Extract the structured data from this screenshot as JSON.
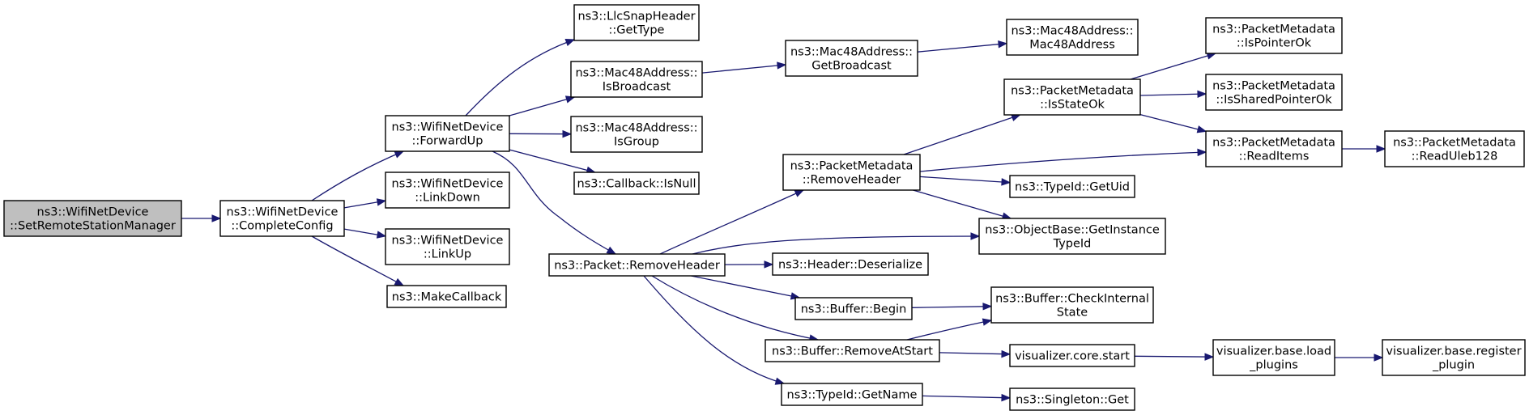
{
  "diagram": {
    "type": "call-graph",
    "colors": {
      "edge": "#191970",
      "root_fill": "#bfbfbf",
      "node_fill": "#ffffff",
      "border": "#000000"
    },
    "nodes": [
      {
        "id": "setremote",
        "lines": [
          "ns3::WifiNetDevice",
          "::SetRemoteStationManager"
        ],
        "root": true
      },
      {
        "id": "completeconfig",
        "lines": [
          "ns3::WifiNetDevice",
          "::CompleteConfig"
        ]
      },
      {
        "id": "forwardup",
        "lines": [
          "ns3::WifiNetDevice",
          "::ForwardUp"
        ]
      },
      {
        "id": "linkdown",
        "lines": [
          "ns3::WifiNetDevice",
          "::LinkDown"
        ]
      },
      {
        "id": "linkup",
        "lines": [
          "ns3::WifiNetDevice",
          "::LinkUp"
        ]
      },
      {
        "id": "makecallback",
        "lines": [
          "ns3::MakeCallback"
        ]
      },
      {
        "id": "llcgettype",
        "lines": [
          "ns3::LlcSnapHeader",
          "::GetType"
        ]
      },
      {
        "id": "isbroadcast",
        "lines": [
          "ns3::Mac48Address::",
          "IsBroadcast"
        ]
      },
      {
        "id": "isgroup",
        "lines": [
          "ns3::Mac48Address::",
          "IsGroup"
        ]
      },
      {
        "id": "isnull",
        "lines": [
          "ns3::Callback::IsNull"
        ]
      },
      {
        "id": "pktremoveheader",
        "lines": [
          "ns3::Packet::RemoveHeader"
        ]
      },
      {
        "id": "getbroadcast",
        "lines": [
          "ns3::Mac48Address::",
          "GetBroadcast"
        ]
      },
      {
        "id": "mac48ctor",
        "lines": [
          "ns3::Mac48Address::",
          "Mac48Address"
        ]
      },
      {
        "id": "pmremoveheader",
        "lines": [
          "ns3::PacketMetadata",
          "::RemoveHeader"
        ]
      },
      {
        "id": "isstateok",
        "lines": [
          "ns3::PacketMetadata",
          "::IsStateOk"
        ]
      },
      {
        "id": "ispointerok",
        "lines": [
          "ns3::PacketMetadata",
          "::IsPointerOk"
        ]
      },
      {
        "id": "issharedpointerok",
        "lines": [
          "ns3::PacketMetadata",
          "::IsSharedPointerOk"
        ]
      },
      {
        "id": "readitems",
        "lines": [
          "ns3::PacketMetadata",
          "::ReadItems"
        ]
      },
      {
        "id": "readuleb",
        "lines": [
          "ns3::PacketMetadata",
          "::ReadUleb128"
        ]
      },
      {
        "id": "typeidgetuid",
        "lines": [
          "ns3::TypeId::GetUid"
        ]
      },
      {
        "id": "getinstancetypeid",
        "lines": [
          "ns3::ObjectBase::GetInstance",
          "TypeId"
        ]
      },
      {
        "id": "deserialize",
        "lines": [
          "ns3::Header::Deserialize"
        ]
      },
      {
        "id": "bufferbegin",
        "lines": [
          "ns3::Buffer::Begin"
        ]
      },
      {
        "id": "checkinternal",
        "lines": [
          "ns3::Buffer::CheckInternal",
          "State"
        ]
      },
      {
        "id": "removeatstart",
        "lines": [
          "ns3::Buffer::RemoveAtStart"
        ]
      },
      {
        "id": "vizcorestart",
        "lines": [
          "visualizer.core.start"
        ]
      },
      {
        "id": "vizloadplugins",
        "lines": [
          "visualizer.base.load",
          "_plugins"
        ]
      },
      {
        "id": "vizregisterplugin",
        "lines": [
          "visualizer.base.register",
          "_plugin"
        ]
      },
      {
        "id": "typeidgetname",
        "lines": [
          "ns3::TypeId::GetName"
        ]
      },
      {
        "id": "singletonget",
        "lines": [
          "ns3::Singleton::Get"
        ]
      }
    ],
    "edges": [
      [
        "setremote",
        "completeconfig"
      ],
      [
        "completeconfig",
        "forwardup"
      ],
      [
        "completeconfig",
        "linkdown"
      ],
      [
        "completeconfig",
        "linkup"
      ],
      [
        "completeconfig",
        "makecallback"
      ],
      [
        "forwardup",
        "llcgettype"
      ],
      [
        "forwardup",
        "isbroadcast"
      ],
      [
        "forwardup",
        "isgroup"
      ],
      [
        "forwardup",
        "isnull"
      ],
      [
        "forwardup",
        "pktremoveheader"
      ],
      [
        "isbroadcast",
        "getbroadcast"
      ],
      [
        "getbroadcast",
        "mac48ctor"
      ],
      [
        "pktremoveheader",
        "pmremoveheader"
      ],
      [
        "pktremoveheader",
        "getinstancetypeid"
      ],
      [
        "pktremoveheader",
        "deserialize"
      ],
      [
        "pktremoveheader",
        "bufferbegin"
      ],
      [
        "pktremoveheader",
        "removeatstart"
      ],
      [
        "pktremoveheader",
        "typeidgetname"
      ],
      [
        "pmremoveheader",
        "isstateok"
      ],
      [
        "pmremoveheader",
        "readitems"
      ],
      [
        "pmremoveheader",
        "typeidgetuid"
      ],
      [
        "pmremoveheader",
        "getinstancetypeid"
      ],
      [
        "isstateok",
        "ispointerok"
      ],
      [
        "isstateok",
        "issharedpointerok"
      ],
      [
        "isstateok",
        "readitems"
      ],
      [
        "readitems",
        "readuleb"
      ],
      [
        "bufferbegin",
        "checkinternal"
      ],
      [
        "removeatstart",
        "checkinternal"
      ],
      [
        "removeatstart",
        "vizcorestart"
      ],
      [
        "vizcorestart",
        "vizloadplugins"
      ],
      [
        "vizloadplugins",
        "vizregisterplugin"
      ],
      [
        "typeidgetname",
        "singletonget"
      ]
    ]
  }
}
